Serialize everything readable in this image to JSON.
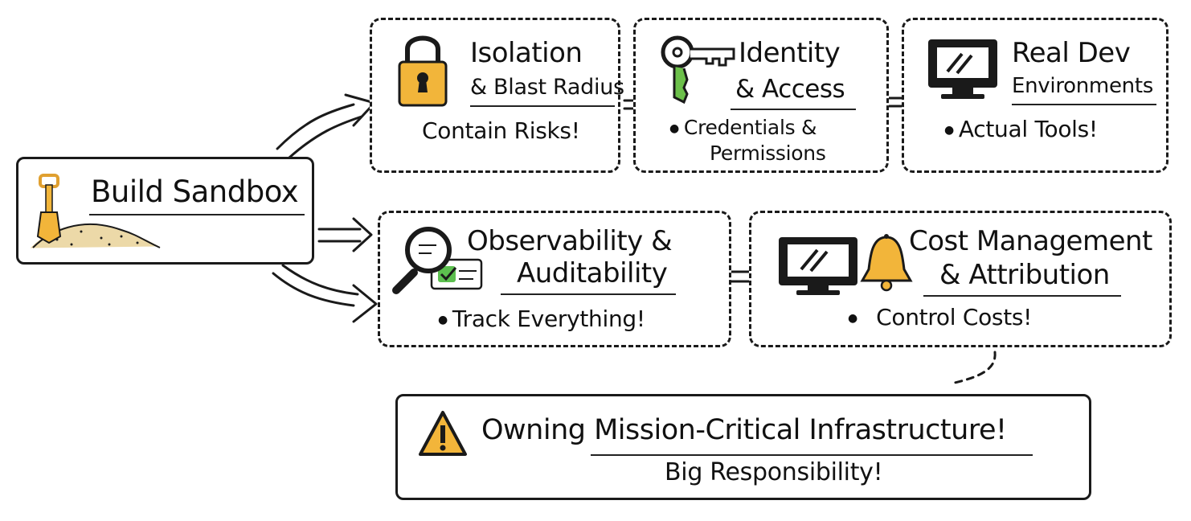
{
  "colors": {
    "accent": "#f2b53a",
    "ink": "#1a1a1a",
    "check": "#5cbf4f",
    "key_green": "#6cc04a",
    "sand": "#ecd9a8"
  },
  "start": {
    "title": "Build Sandbox",
    "icon": "shovel-in-sand-icon"
  },
  "isolation": {
    "title1": "Isolation",
    "title2": "& Blast Radius",
    "point": "Contain Risks!",
    "icon": "padlock-icon"
  },
  "identity": {
    "title1": "Identity",
    "title2": "& Access",
    "point1": "Credentials &",
    "point2": "Permissions",
    "icon": "key-icon"
  },
  "realdev": {
    "title1": "Real Dev",
    "title2": "Environments",
    "point": "Actual Tools!",
    "icon": "monitor-icon"
  },
  "observability": {
    "title1": "Observability &",
    "title2": "Auditability",
    "point": "Track Everything!",
    "icon": "magnifier-checklist-icon"
  },
  "cost": {
    "title1": "Cost Management",
    "title2": "& Attribution",
    "point": "Control Costs!",
    "icon": "monitor-bell-icon"
  },
  "mission": {
    "title": "Owning Mission-Critical Infrastructure!",
    "point": "Big Responsibility!",
    "icon": "warning-icon"
  }
}
